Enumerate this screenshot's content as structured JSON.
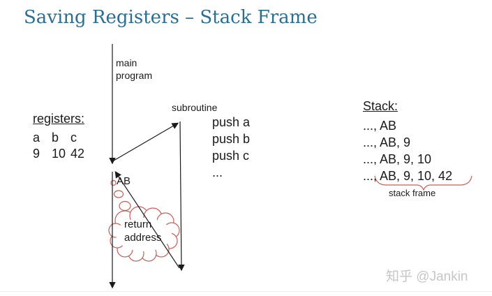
{
  "title": "Saving Registers – Stack Frame",
  "colors": {
    "title_teal": "#2b6e8f",
    "diagram_red": "#c2605b",
    "text": "#1a1a1a",
    "watermark_gray": "#c6c6c6"
  },
  "diagram": {
    "main_label": "main\nprogram",
    "subroutine_label": "subroutine",
    "code_lines": [
      "push a",
      "push b",
      "push c",
      "..."
    ],
    "return_point_label": "AB",
    "thought_label": "return\naddress"
  },
  "registers": {
    "heading": "registers:",
    "names": [
      "a",
      "b",
      "c"
    ],
    "values": [
      "9",
      "10",
      "42"
    ]
  },
  "stack": {
    "heading": "Stack:",
    "lines": [
      "..., AB",
      "..., AB, 9",
      "..., AB, 9, 10",
      "..., AB, 9, 10, 42"
    ],
    "brace_label": "stack frame"
  },
  "watermark": "知乎 @Jankin"
}
